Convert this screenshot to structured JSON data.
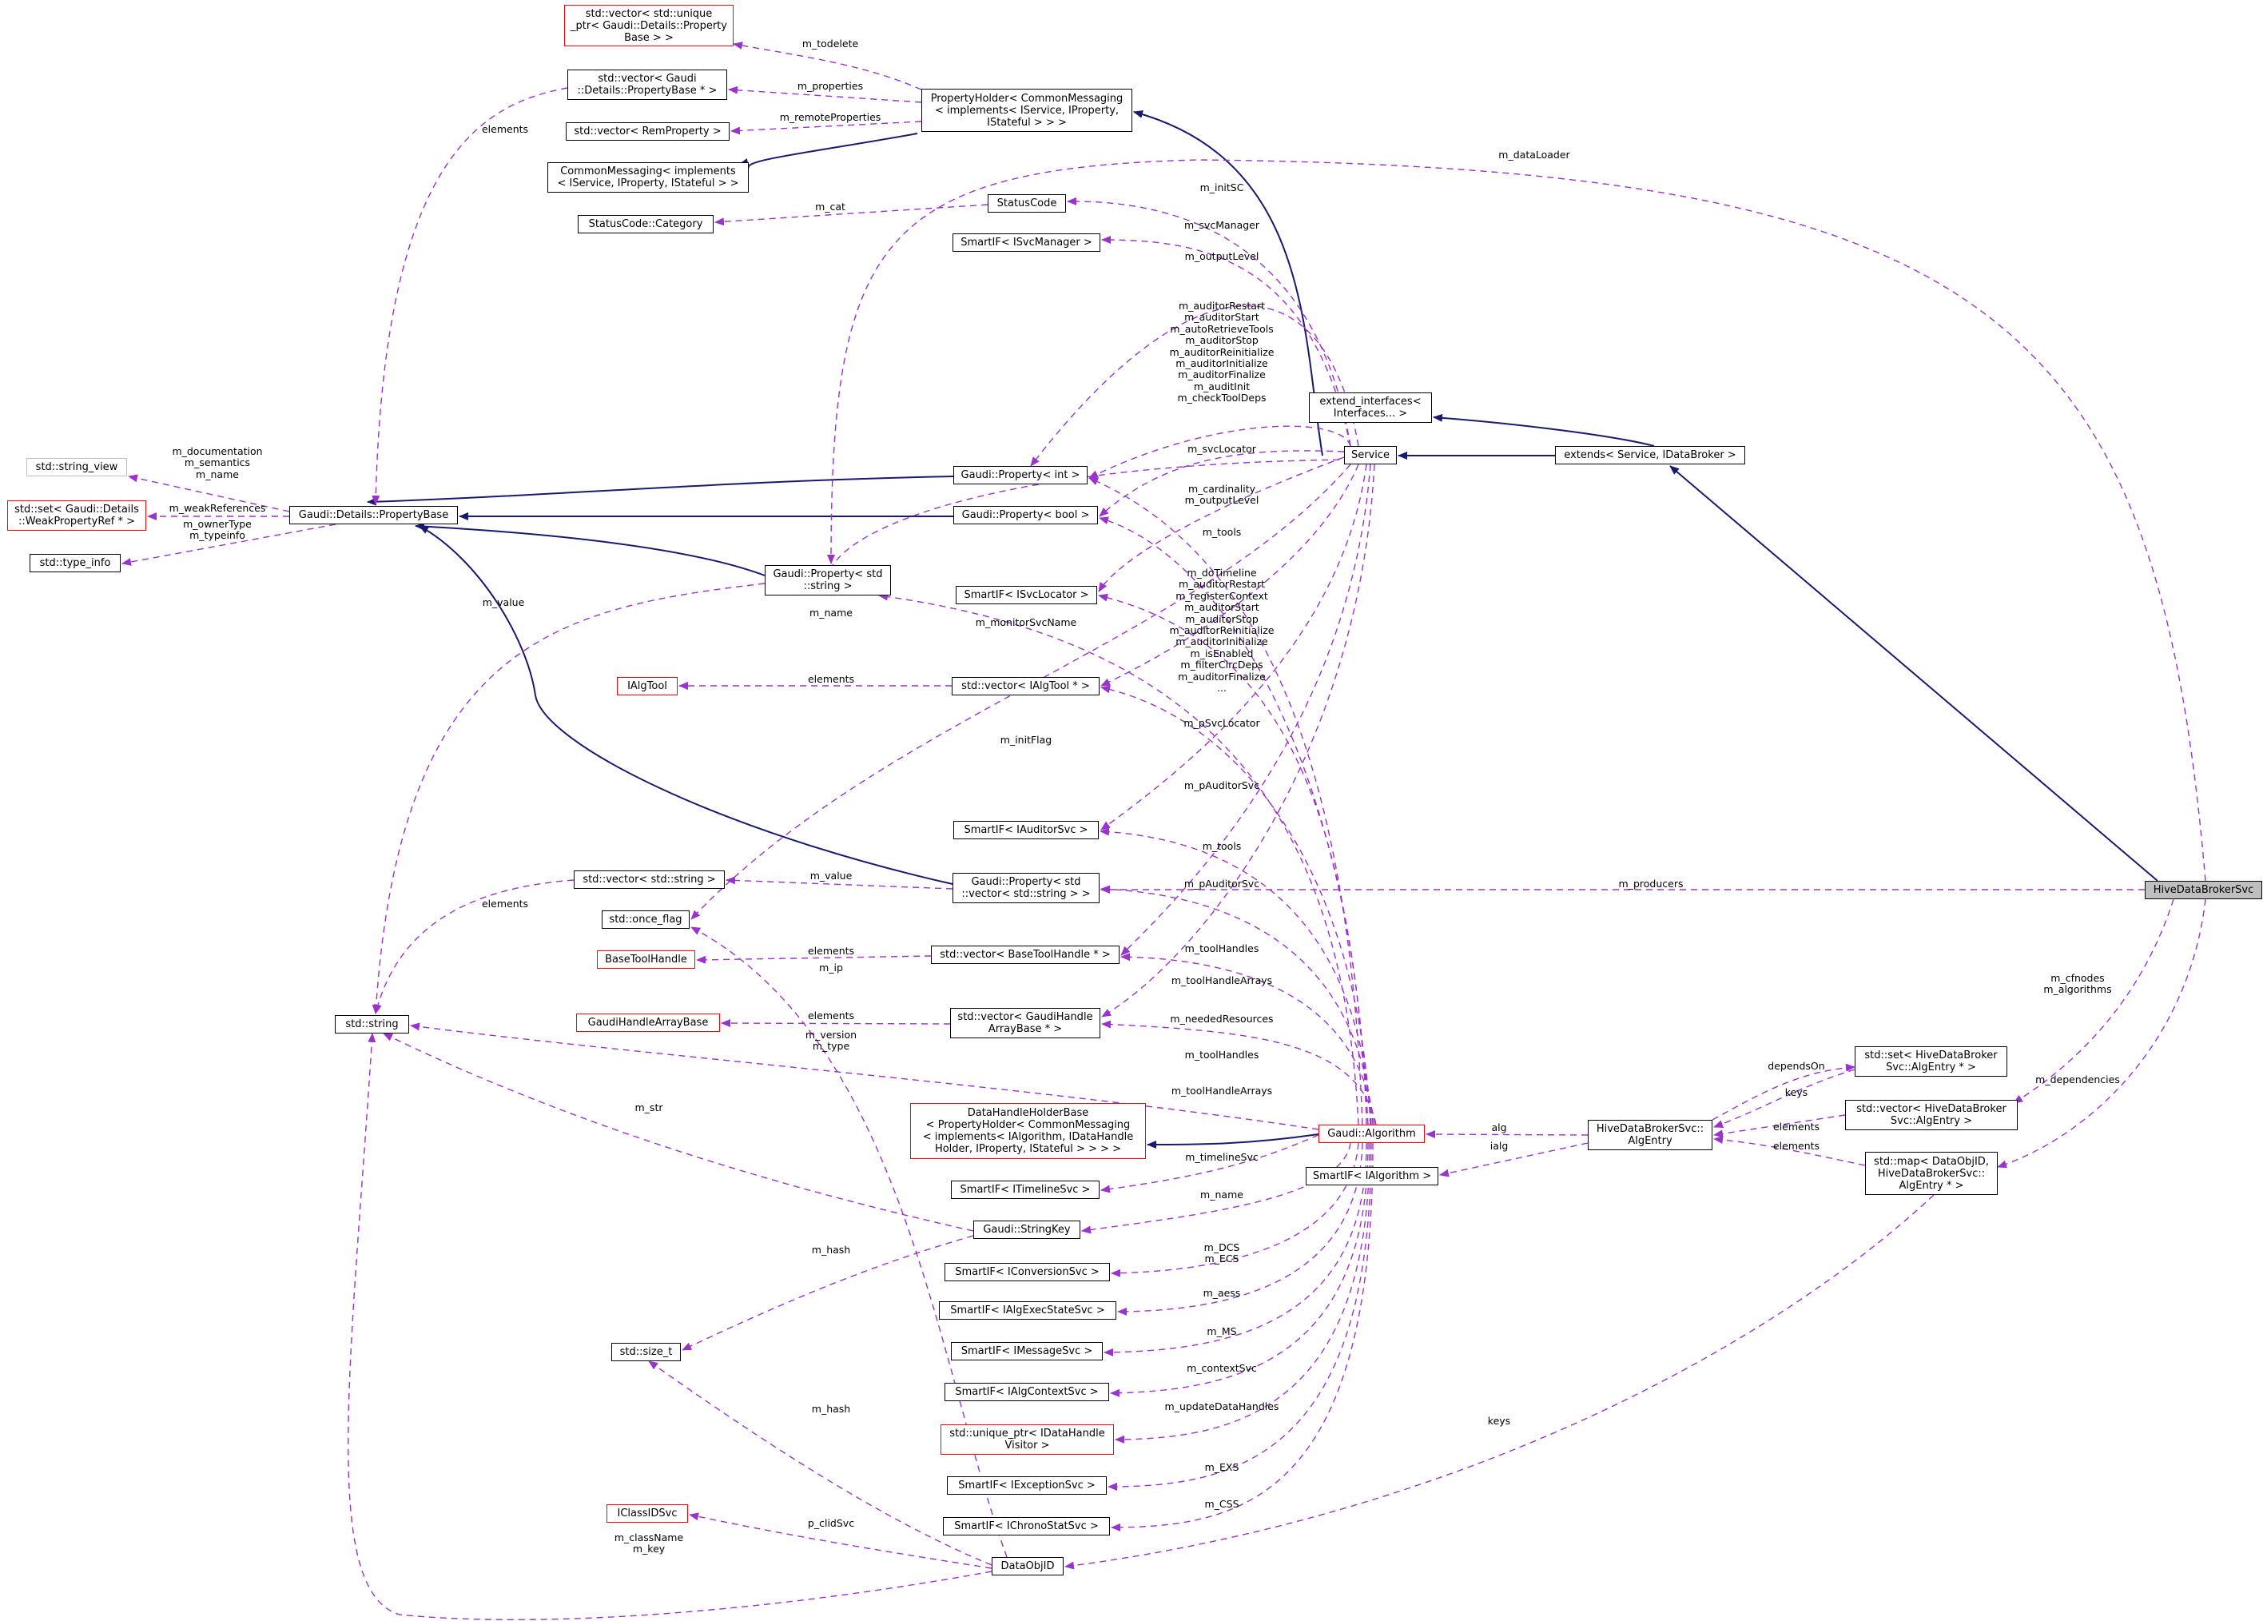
{
  "diagram": {
    "title": "",
    "colors": {
      "inherit": "#191970",
      "usage": "#9a32cd",
      "node_border": "#000000",
      "undocumented": "#ff0000",
      "external": "#bfbfbf",
      "focus_fill": "#bfbfbf"
    },
    "nodes": {
      "vec_uptr_propbase": "std::vector< std::unique\n_ptr< Gaudi::Details::Property\nBase > >",
      "vec_propbase_ptr": "std::vector< Gaudi\n::Details::PropertyBase * >",
      "vec_remproperty": "std::vector< RemProperty >",
      "commonmessaging": "CommonMessaging< implements\n< IService, IProperty, IStateful > >",
      "statuscode_category": "StatusCode::Category",
      "propertyholder": "PropertyHolder< CommonMessaging\n< implements< IService, IProperty,\nIStateful > > >",
      "statuscode": "StatusCode",
      "smartif_isvcmanager": "SmartIF< ISvcManager >",
      "extend_interfaces": "extend_interfaces<\nInterfaces... >",
      "service": "Service",
      "extends": "extends< Service, IDataBroker >",
      "string_view": "std::string_view",
      "set_weakpropertyref": "std::set< Gaudi::Details\n::WeakPropertyRef * >",
      "type_info": "std::type_info",
      "propertybase": "Gaudi::Details::PropertyBase",
      "property_int": "Gaudi::Property< int >",
      "property_bool": "Gaudi::Property< bool >",
      "property_string": "Gaudi::Property< std\n::string >",
      "smartif_isvclocator": "SmartIF< ISvcLocator >",
      "ialgtool": "IAlgTool",
      "vec_ialgtool": "std::vector< IAlgTool * >",
      "smartif_iauditorsvc": "SmartIF< IAuditorSvc >",
      "vec_string": "std::vector< std::string >",
      "property_vec_string": "Gaudi::Property< std\n::vector< std::string > >",
      "once_flag": "std::once_flag",
      "basetoolhandle": "BaseToolHandle",
      "vec_basetoolhandle": "std::vector< BaseToolHandle * >",
      "std_string": "std::string",
      "gaudihandlearraybase": "GaudiHandleArrayBase",
      "vec_gaudihandlearraybase": "std::vector< GaudiHandle\nArrayBase * >",
      "datahandleholderbase": "DataHandleHolderBase\n< PropertyHolder< CommonMessaging\n< implements< IAlgorithm, IDataHandle\nHolder, IProperty, IStateful > > > >",
      "gaudi_algorithm": "Gaudi::Algorithm",
      "smartif_ialgorithm": "SmartIF< IAlgorithm >",
      "algentry": "HiveDataBrokerSvc::\nAlgEntry",
      "set_algentry": "std::set< HiveDataBroker\nSvc::AlgEntry * >",
      "vec_algentry": "std::vector< HiveDataBroker\nSvc::AlgEntry >",
      "map_dataobjid": "std::map< DataObjID,\nHiveDataBrokerSvc::\nAlgEntry * >",
      "hivedatabrokersvc": "HiveDataBrokerSvc",
      "smartif_itimelinesvc": "SmartIF< ITimelineSvc >",
      "stringkey": "Gaudi::StringKey",
      "smartif_iconversionsvc": "SmartIF< IConversionSvc >",
      "smartif_ialgexecstatesvc": "SmartIF< IAlgExecStateSvc >",
      "smartif_imessagesvc": "SmartIF< IMessageSvc >",
      "smartif_ialgcontextsvc": "SmartIF< IAlgContextSvc >",
      "uptr_idatahandlevisitor": "std::unique_ptr< IDataHandle\nVisitor >",
      "smartif_iexceptionsvc": "SmartIF< IExceptionSvc >",
      "smartif_ichronostatsvc": "SmartIF< IChronoStatSvc >",
      "size_t": "std::size_t",
      "iclassidsvc": "IClassIDSvc",
      "dataobjid": "DataObjID"
    },
    "edge_labels": {
      "m_todelete": "m_todelete",
      "m_properties": "m_properties",
      "m_remoteProperties": "m_remoteProperties",
      "elements_propbase": "elements",
      "m_cat": "m_cat",
      "m_initSC": "m_initSC",
      "m_svcManager": "m_svcManager",
      "m_outputLevel": "m_outputLevel",
      "m_dataLoader": "m_dataLoader",
      "svc_int_props": "m_auditorRestart\nm_auditorStart\nm_autoRetrieveTools\nm_auditorStop\nm_auditorReinitialize\nm_auditorInitialize\nm_auditorFinalize\nm_auditInit\nm_checkToolDeps",
      "m_svcLocator": "m_svcLocator",
      "m_doc": "m_documentation\nm_semantics\nm_name",
      "m_weakReferences": "m_weakReferences",
      "m_ownerType": "m_ownerType\nm_typeinfo",
      "alg_int_props": "m_cardinality\nm_outputLevel",
      "m_tools_svc": "m_tools",
      "m_value_str": "m_value",
      "m_name_str": "m_name",
      "alg_bool_props": "m_doTimeline\nm_auditorRestart\nm_registerContext\nm_auditorStart\nm_auditorStop\nm_auditorReinitialize\nm_auditorInitialize\nm_isEnabled\nm_filterCircDeps\nm_auditorFinalize\n...",
      "m_monitorSvcName": "m_monitorSvcName",
      "elements_algtool": "elements",
      "m_pSvcLocator": "m_pSvcLocator",
      "m_initFlag": "m_initFlag",
      "m_pAuditorSvc_svc": "m_pAuditorSvc",
      "m_tools_alg": "m_tools",
      "elements_vecstring": "elements",
      "m_value_vec": "m_value",
      "m_pAuditorSvc_alg": "m_pAuditorSvc",
      "m_producers": "m_producers",
      "elements_basetool": "elements",
      "m_toolHandles_svc": "m_toolHandles",
      "m_ip": "m_ip",
      "m_toolHandleArrays_svc": "m_toolHandleArrays",
      "m_cfnodes": "m_cfnodes\nm_algorithms",
      "elements_gha": "elements",
      "m_neededResources": "m_neededResources",
      "m_version": "m_version\nm_type",
      "m_toolHandles_alg": "m_toolHandles",
      "dependsOn": "dependsOn",
      "m_dependencies": "m_dependencies",
      "m_str": "m_str",
      "m_toolHandleArrays_alg": "m_toolHandleArrays",
      "keys_set": "keys",
      "alg": "alg",
      "elements_vecalg": "elements",
      "ialg": "ialg",
      "elements_map": "elements",
      "m_timelineSvc": "m_timelineSvc",
      "m_name_alg": "m_name",
      "m_hash_sk": "m_hash",
      "m_DCS": "m_DCS\nm_ECS",
      "m_aess": "m_aess",
      "m_MS": "m_MS",
      "m_contextSvc": "m_contextSvc",
      "m_hash_doi": "m_hash",
      "m_updateDataHandles": "m_updateDataHandles",
      "keys_map": "keys",
      "m_EXS": "m_EXS",
      "m_CSS": "m_CSS",
      "p_clidSvc": "p_clidSvc",
      "m_className": "m_className\nm_key"
    }
  }
}
